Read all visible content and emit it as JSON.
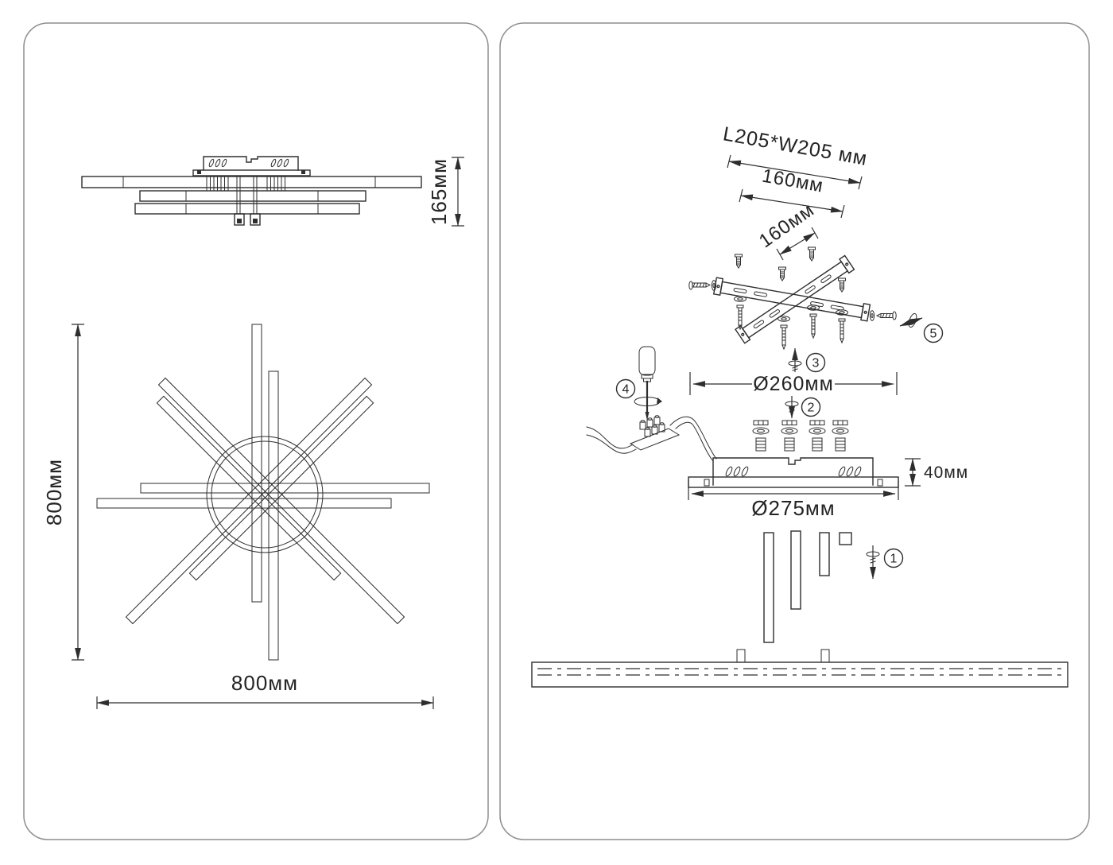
{
  "title": "Ceiling light dimensions and installation diagram",
  "colors": {
    "line": "#2e2e2e",
    "panel_border": "#8e8e8e",
    "background": "#ffffff",
    "text": "#242424"
  },
  "left_panel": {
    "side_view": {
      "height_dim": "165мм"
    },
    "plan_view": {
      "vertical_dim": "800мм",
      "horizontal_dim": "800мм"
    }
  },
  "right_panel": {
    "dimensions": {
      "plate_outer": "L205*W205 мм",
      "hole_spacing": "160мм",
      "hole_spacing_cross": "160мм",
      "ring_inner": "Ø260мм",
      "ring_outer": "Ø275мм",
      "canopy_height": "40мм"
    },
    "steps": {
      "n1": "1",
      "n2": "2",
      "n3": "3",
      "n4": "4",
      "n5": "5"
    }
  }
}
